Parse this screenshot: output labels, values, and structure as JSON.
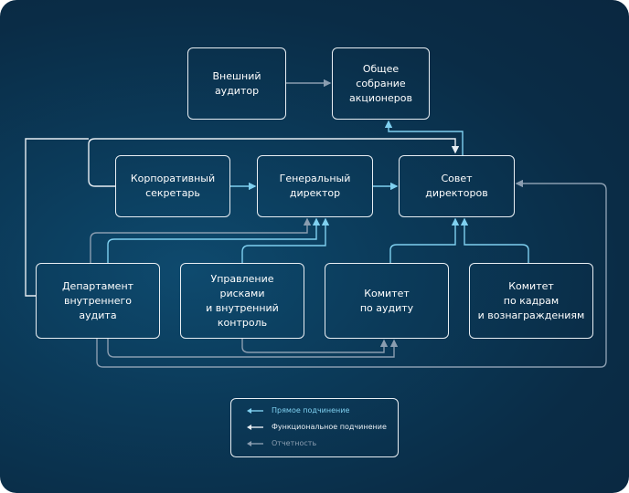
{
  "nodes": {
    "external_auditor": "Внешний\nаудитор",
    "general_meeting": "Общее\nсобрание\nакционеров",
    "corporate_secretary": "Корпоративный\nсекретарь",
    "ceo": "Генеральный\nдиректор",
    "board": "Совет\nдиректоров",
    "internal_audit": "Департамент\nвнутреннего\nаудита",
    "risk_management": "Управление\nрисками\nи внутренний\nконтроль",
    "audit_committee": "Комитет\nпо аудиту",
    "nomination_committee": "Комитет\nпо кадрам\nи вознаграждениям"
  },
  "legend": {
    "direct": "Прямое подчинение",
    "functional": "Функциональное подчинение",
    "reporting": "Отчетность"
  },
  "colors": {
    "direct": "#7fd0f0",
    "functional": "#e8eef3",
    "reporting": "#8a9db0"
  }
}
